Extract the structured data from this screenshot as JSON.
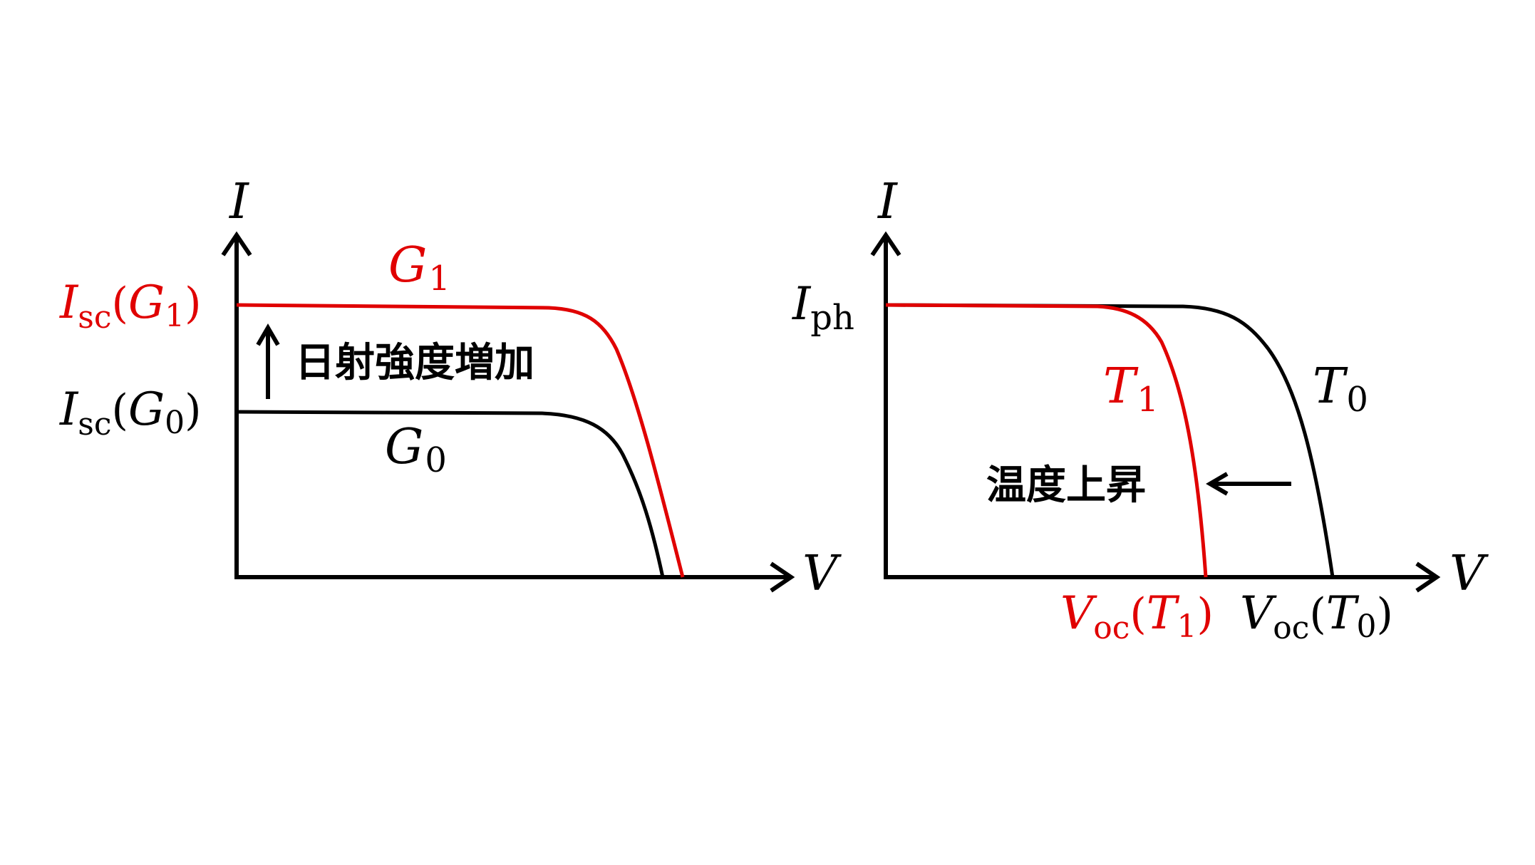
{
  "colors": {
    "black": "#000000",
    "red": "#e00000"
  },
  "left_panel": {
    "y_axis_label": "I",
    "x_axis_label": "V",
    "upper_curve_label": {
      "main": "G",
      "sub": "1"
    },
    "lower_curve_label": {
      "main": "G",
      "sub": "0"
    },
    "upper_tick_label": {
      "main": "I",
      "sub": "sc",
      "paren_open": "(",
      "arg": "G",
      "arg_sub": "1",
      "paren_close": ")"
    },
    "lower_tick_label": {
      "main": "I",
      "sub": "sc",
      "paren_open": "(",
      "arg": "G",
      "arg_sub": "0",
      "paren_close": ")"
    },
    "arrow_annotation": "日射強度増加"
  },
  "right_panel": {
    "y_axis_label": "I",
    "x_axis_label": "V",
    "y_tick_label": {
      "main": "I",
      "sub": "ph"
    },
    "red_curve_label": {
      "main": "T",
      "sub": "1"
    },
    "black_curve_label": {
      "main": "T",
      "sub": "0"
    },
    "red_x_tick_label": {
      "main": "V",
      "sub": "oc",
      "paren_open": "(",
      "arg": "T",
      "arg_sub": "1",
      "paren_close": ")"
    },
    "black_x_tick_label": {
      "main": "V",
      "sub": "oc",
      "paren_open": "(",
      "arg": "T",
      "arg_sub": "0",
      "paren_close": ")"
    },
    "arrow_annotation": "温度上昇"
  }
}
